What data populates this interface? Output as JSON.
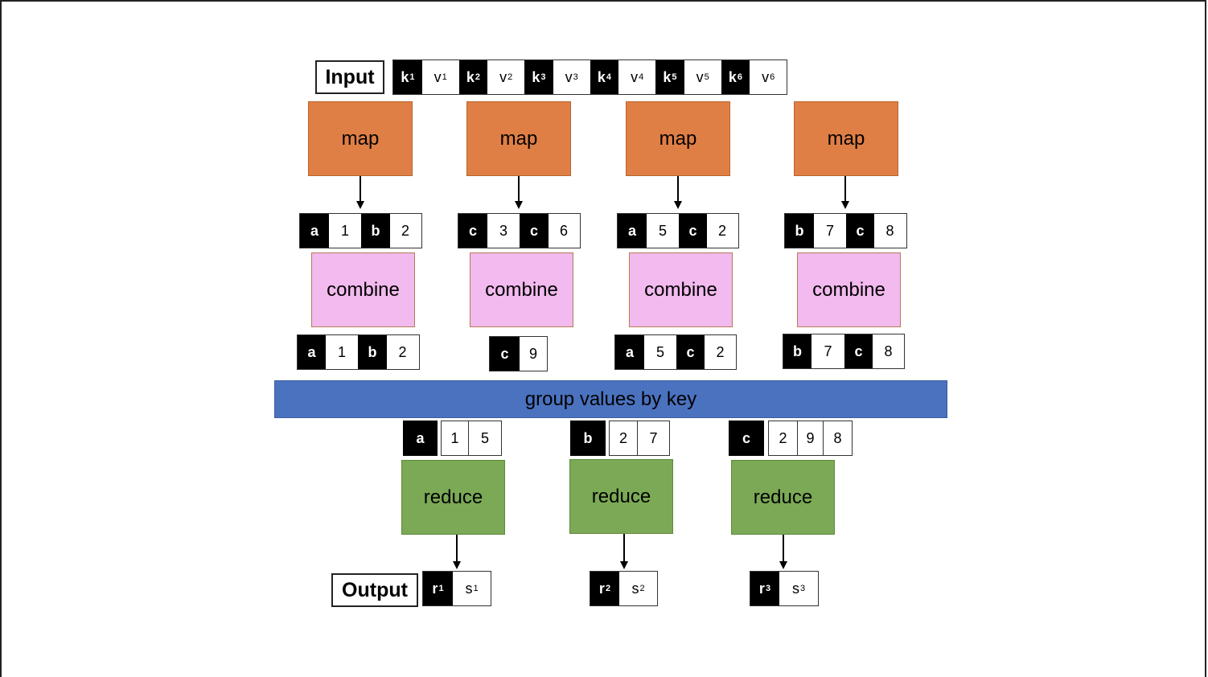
{
  "input": {
    "label": "Input",
    "pairs": [
      {
        "k": "k",
        "ks": "1",
        "v": "v",
        "vs": "1"
      },
      {
        "k": "k",
        "ks": "2",
        "v": "v",
        "vs": "2"
      },
      {
        "k": "k",
        "ks": "3",
        "v": "v",
        "vs": "3"
      },
      {
        "k": "k",
        "ks": "4",
        "v": "v",
        "vs": "4"
      },
      {
        "k": "k",
        "ks": "5",
        "v": "v",
        "vs": "5"
      },
      {
        "k": "k",
        "ks": "6",
        "v": "v",
        "vs": "6"
      }
    ]
  },
  "mappers": [
    {
      "label": "map",
      "output": [
        {
          "k": "a",
          "v": "1"
        },
        {
          "k": "b",
          "v": "2"
        }
      ]
    },
    {
      "label": "map",
      "output": [
        {
          "k": "c",
          "v": "3"
        },
        {
          "k": "c",
          "v": "6"
        }
      ]
    },
    {
      "label": "map",
      "output": [
        {
          "k": "a",
          "v": "5"
        },
        {
          "k": "c",
          "v": "2"
        }
      ]
    },
    {
      "label": "map",
      "output": [
        {
          "k": "b",
          "v": "7"
        },
        {
          "k": "c",
          "v": "8"
        }
      ]
    }
  ],
  "combiners": [
    {
      "label": "combine",
      "output": [
        {
          "k": "a",
          "v": "1"
        },
        {
          "k": "b",
          "v": "2"
        }
      ]
    },
    {
      "label": "combine",
      "output": [
        {
          "k": "c",
          "v": "9"
        }
      ]
    },
    {
      "label": "combine",
      "output": [
        {
          "k": "a",
          "v": "5"
        },
        {
          "k": "c",
          "v": "2"
        }
      ]
    },
    {
      "label": "combine",
      "output": [
        {
          "k": "b",
          "v": "7"
        },
        {
          "k": "c",
          "v": "8"
        }
      ]
    }
  ],
  "shuffle": {
    "label": "group values by key"
  },
  "groups": [
    {
      "key": "a",
      "values": [
        "1",
        "5"
      ]
    },
    {
      "key": "b",
      "values": [
        "2",
        "7"
      ]
    },
    {
      "key": "c",
      "values": [
        "2",
        "9",
        "8"
      ]
    }
  ],
  "reducers": [
    {
      "label": "reduce",
      "output": {
        "k": "r",
        "ks": "1",
        "v": "s",
        "vs": "1"
      }
    },
    {
      "label": "reduce",
      "output": {
        "k": "r",
        "ks": "2",
        "v": "s",
        "vs": "2"
      }
    },
    {
      "label": "reduce",
      "output": {
        "k": "r",
        "ks": "3",
        "v": "s",
        "vs": "3"
      }
    }
  ],
  "output": {
    "label": "Output"
  },
  "colors": {
    "map": "#E07F45",
    "combine": "#F2BAEE",
    "reduce": "#7BA955",
    "group": "#4A72BF",
    "key_cell": "#000000",
    "value_cell": "#FFFFFF"
  }
}
